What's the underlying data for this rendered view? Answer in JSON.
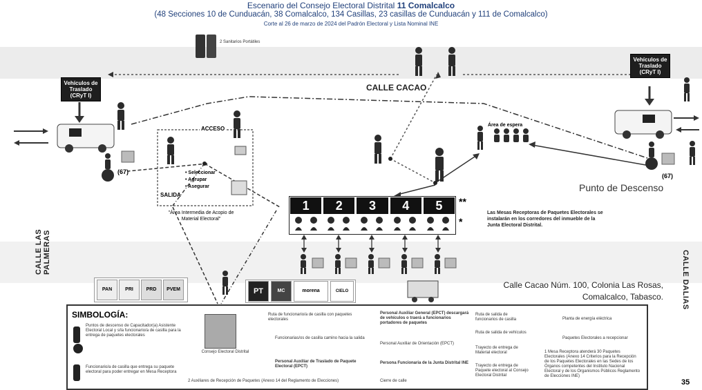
{
  "title_prefix": "Escenario del Consejo Electoral Distrital",
  "title_bold": "11 Comalcalco",
  "subtitle": "(48 Secciones 10 de Cunduacán, 38 Comalcalco, 134 Casillas, 23 casillas de Cunduacán y 111 de Comalcalco)",
  "cut_note": "Corte al 26 de marzo de 2024 del Padrón Electoral y Lista Nominal INE",
  "sanitarios": "2 Sanitarios Portátiles",
  "street_top": "CALLE CACAO",
  "street_left": "CALLE LAS PALMERAS",
  "street_right": "CALLE DALIAS",
  "vehicle_left": "Vehículos de Traslado (CRyT I)",
  "vehicle_right": "Vehículos de Traslado (CRyT I)",
  "count_left": "(67)",
  "count_right": "(67)",
  "area_espera": "Área de espera",
  "punto_descenso": "Punto de Descenso",
  "acceso": "ACCESO",
  "salida": "SALIDA",
  "acopio_steps": [
    "Seleccionar",
    "Agrupar",
    "Asegurar"
  ],
  "acopio_caption": "\"Área Intermedia de Acopio de Material Electoral\"",
  "mesas": [
    "1",
    "2",
    "3",
    "4",
    "5"
  ],
  "mark_double": "**",
  "mark_single": "*",
  "mesas_note": "Las Mesas Receptoras de Paquetes Electorales se instalarán en los corredores del inmueble de la Junta Electoral Distrital.",
  "address_line1": "Calle Cacao Núm. 100, Colonia Las Rosas,",
  "address_line2": "Comalcalco, Tabasco.",
  "logos_left": [
    "PAN",
    "PRI",
    "PRD",
    "PVEM"
  ],
  "logos_right": [
    "PT",
    "MC",
    "morena",
    "CIELO CANO"
  ],
  "page_number": "35",
  "simbologia": {
    "title": "SIMBOLOGÍA:",
    "col1": [
      "Puntos de descenso de Capacitador(a) Asistente Electoral Local y s/la funcionario/a de casilla para la entrega de paquetes electorales",
      "Funcionario/a de casilla que entrega su paquete electoral para poder entregar en Mesa Receptora"
    ],
    "consejo": "Consejo Electoral Distrital",
    "aux_note": "2 Auxiliares de Recepción de Paquetes (Anexo 14 del Reglamento de Elecciones)",
    "col2": [
      "Ruta de funcionario/a de casilla con paquetes electorales",
      "Funcionarias/os de casilla camino hacia la salida",
      "Personal Auxiliar de Traslado de Paquete Electoral (EPCT)"
    ],
    "col3": [
      "Personal Auxiliar General (EPCT) descargará de vehículos o traerá a funcionarios portadores de paquetes",
      "Personal Auxiliar de Orientación (EPCT)",
      "Persona Funcionaria de la Junta Distrital INE",
      "Cierre de calle"
    ],
    "col4": [
      "Ruta de salida de funcionarios de casilla",
      "Ruta de salida de vehículos",
      "Trayecto de entrega de Material electoral",
      "Trayecto de entrega de Paquete electoral al Consejo Electoral Distrital"
    ],
    "col5": [
      "Planta de energía eléctrica",
      "Paquetes Electorales a recepcionar",
      "1 Mesa Receptora atenderá 30 Paquetes Electorales (Anexo 14 Criterios para la Recepción de los Paquetes Electorales en las Sedes de los Órganos competentes del Instituto Nacional Electoral y de los Organismos Públicos Reglamento de Elecciones INE)"
    ]
  }
}
